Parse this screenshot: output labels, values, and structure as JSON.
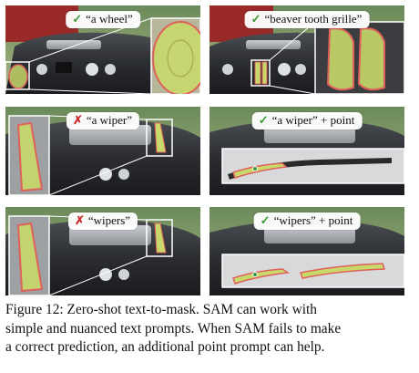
{
  "panels": [
    {
      "status": "ok",
      "mark": "✓",
      "prompt": "“a wheel”"
    },
    {
      "status": "ok",
      "mark": "✓",
      "prompt": "“beaver tooth grille”"
    },
    {
      "status": "bad",
      "mark": "✗",
      "prompt": "“a wiper”"
    },
    {
      "status": "ok",
      "mark": "✓",
      "prompt": "“a wiper” + point"
    },
    {
      "status": "bad",
      "mark": "✗",
      "prompt": "“wipers”"
    },
    {
      "status": "ok",
      "mark": "✓",
      "prompt": "“wipers” + point"
    }
  ],
  "caption": {
    "line1": "Figure 12:  Zero-shot text-to-mask.  SAM can work with",
    "line2": "simple and nuanced text prompts. When SAM fails to make",
    "line3": "a correct prediction, an additional point prompt can help."
  },
  "colors": {
    "mask_fill": "#c8d86a",
    "mask_outline": "#e0605a",
    "ok_mark": "#3a9a3a",
    "bad_mark": "#cc2a2a"
  }
}
